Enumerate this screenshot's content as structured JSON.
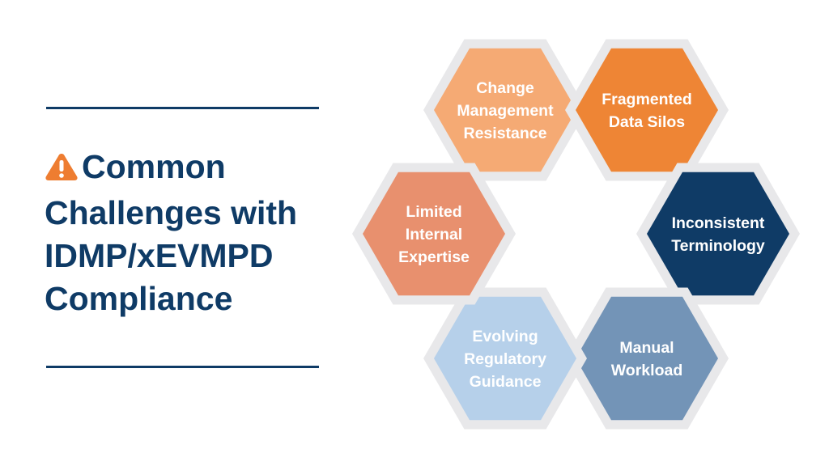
{
  "heading": {
    "icon": "warning-icon",
    "lines": [
      "Common",
      "Challenges with",
      "IDMP/xEVMPD",
      "Compliance"
    ]
  },
  "colors": {
    "navy": "#0f3b66",
    "orange_icon": "#ee7d31",
    "hex_border": "#e8e8ea"
  },
  "hexagons": [
    {
      "label_lines": [
        "Change",
        "Management",
        "Resistance"
      ],
      "fill": "#f5aa74",
      "text_color": "#ffffff"
    },
    {
      "label_lines": [
        "Fragmented",
        "Data Silos"
      ],
      "fill": "#ee8535",
      "text_color": "#ffffff"
    },
    {
      "label_lines": [
        "Inconsistent",
        "Terminology"
      ],
      "fill": "#0f3b66",
      "text_color": "#ffffff"
    },
    {
      "label_lines": [
        "Manual",
        "Workload"
      ],
      "fill": "#7394b7",
      "text_color": "#ffffff"
    },
    {
      "label_lines": [
        "Evolving",
        "Regulatory",
        "Guidance"
      ],
      "fill": "#b6d0ea",
      "text_color": "#ffffff"
    },
    {
      "label_lines": [
        "Limited",
        "Internal",
        "Expertise"
      ],
      "fill": "#e8906e",
      "text_color": "#ffffff"
    }
  ]
}
